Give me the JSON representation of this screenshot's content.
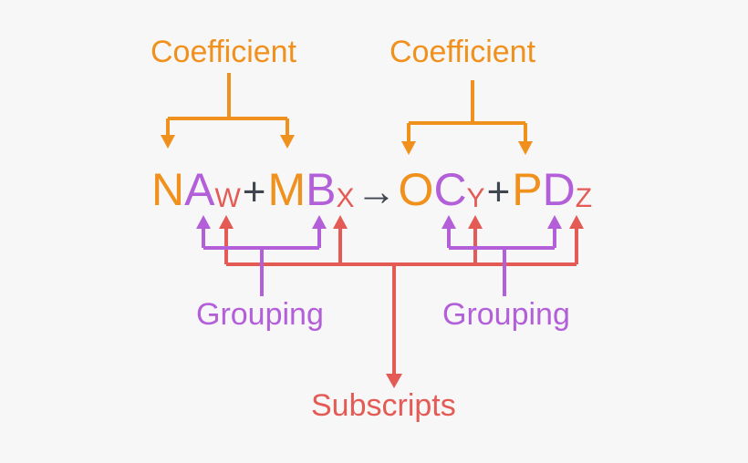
{
  "labels": {
    "coefficient_left": "Coefficient",
    "coefficient_right": "Coefficient",
    "grouping_left": "Grouping",
    "grouping_right": "Grouping",
    "subscripts": "Subscripts"
  },
  "equation": {
    "t1": "N",
    "t2": "A",
    "t3": "W",
    "plus1": "+",
    "t4": "M",
    "t5": "B",
    "t6": "X",
    "arrow": "→",
    "t7": "O",
    "t8": "C",
    "t9": "Y",
    "plus2": "+",
    "t10": "P",
    "t11": "D",
    "t12": "Z"
  },
  "colors": {
    "coefficient": "#f0901d",
    "grouping": "#b35fd9",
    "subscript": "#e45a55",
    "operator": "#3f4650"
  }
}
